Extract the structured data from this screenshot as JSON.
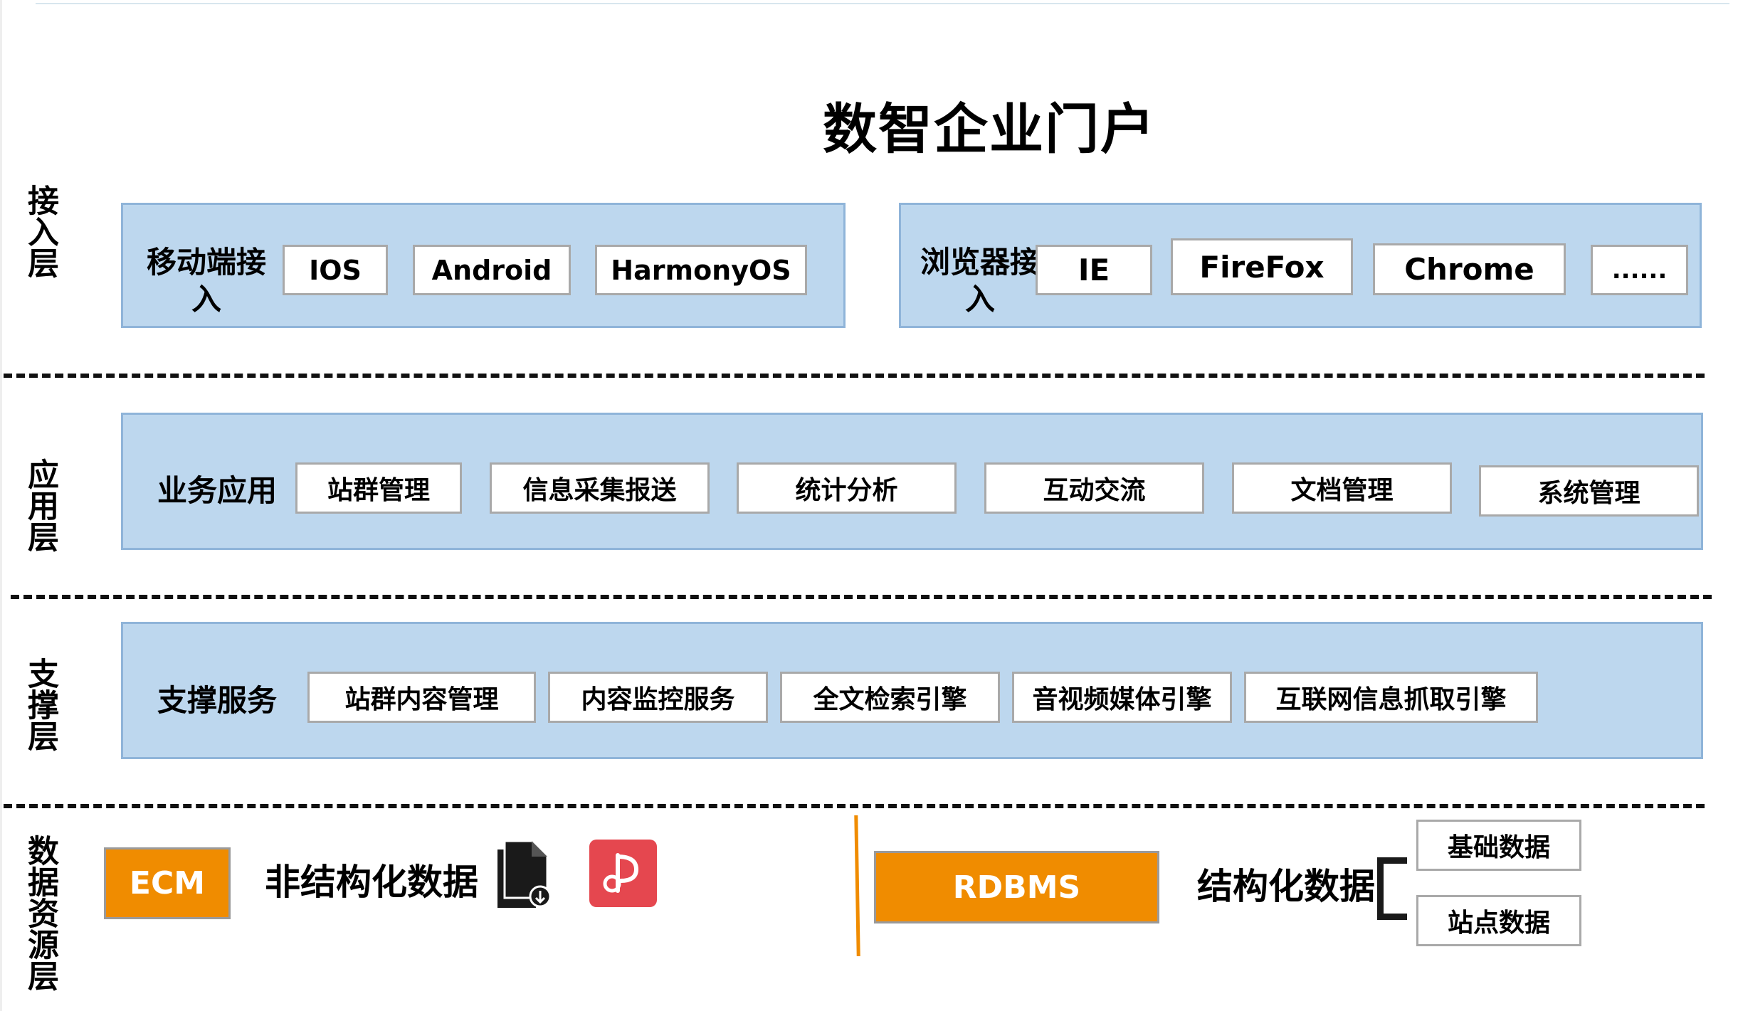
{
  "title": "数智企业门户",
  "layers": {
    "access": "接入层",
    "application": "应用层",
    "support": "支撑层",
    "data_source": "数据资源层"
  },
  "mobile": {
    "label": "移动端接入",
    "items": [
      "IOS",
      "Android",
      "HarmonyOS"
    ]
  },
  "browser": {
    "label": "浏览器接入",
    "items": [
      "IE",
      "FireFox",
      "Chrome",
      "......"
    ]
  },
  "application": {
    "label": "业务应用",
    "items": [
      "站群管理",
      "信息采集报送",
      "统计分析",
      "互动交流",
      "文档管理",
      "系统管理"
    ]
  },
  "support": {
    "label": "支撑服务",
    "items": [
      "站群内容管理",
      "内容监控服务",
      "全文检索引擎",
      "音视频媒体引擎",
      "互联网信息抓取引擎"
    ]
  },
  "data": {
    "ecm": "ECM",
    "unstructured": "非结构化数据",
    "rdbms": "RDBMS",
    "structured": "结构化数据",
    "structured_items": [
      "基础数据",
      "站点数据"
    ],
    "icons": [
      "file-download-icon",
      "pdf-icon"
    ]
  },
  "colors": {
    "panel": "#bdd7ee",
    "orange": "#f08c00",
    "pdf_red": "#e5474f"
  }
}
